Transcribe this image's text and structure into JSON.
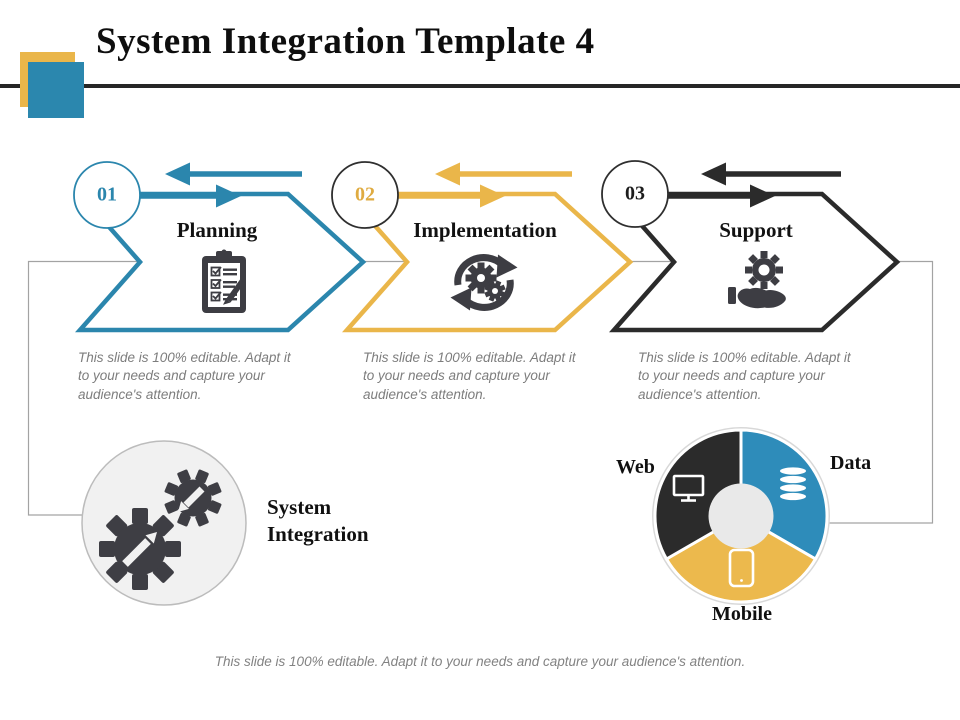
{
  "slide": {
    "title": "System Integration Template 4",
    "footer": "This slide is 100% editable. Adapt it to your needs and capture your audience's attention."
  },
  "steps": [
    {
      "number": "01",
      "label": "Planning",
      "description": "This slide is 100% editable. Adapt it to your needs and capture your audience's attention.",
      "color": "#2b86ad",
      "icon": "clipboard-checklist-icon"
    },
    {
      "number": "02",
      "label": "Implementation",
      "description": "This slide is 100% editable. Adapt it to your needs and capture your audience's attention.",
      "color": "#eab64a",
      "icon": "sync-gears-icon"
    },
    {
      "number": "03",
      "label": "Support",
      "description": "This slide is 100% editable. Adapt it to your needs and capture your audience's attention.",
      "color": "#2b2b2b",
      "icon": "hand-gear-icon"
    }
  ],
  "integration": {
    "label_lines": [
      "System",
      "Integration"
    ],
    "icon": "gears-icon"
  },
  "chart_data": {
    "type": "pie",
    "subtype": "donut",
    "labels": [
      "Web",
      "Data",
      "Mobile"
    ],
    "values": [
      33.3,
      33.3,
      33.3
    ],
    "colors": [
      "#2b2b2b",
      "#2e8cba",
      "#ecb94d"
    ],
    "icons": [
      "monitor-icon",
      "database-icon",
      "smartphone-icon"
    ],
    "legend_position": "around",
    "title": ""
  },
  "colors": {
    "accent_blue": "#2b86ad",
    "accent_yellow": "#eab64a",
    "accent_black": "#2b2b2b",
    "icon_gray": "#3d3d43",
    "muted_text": "#7d7d7d",
    "donut_hole": "#e9e9e9",
    "header_rule": "#262626"
  }
}
